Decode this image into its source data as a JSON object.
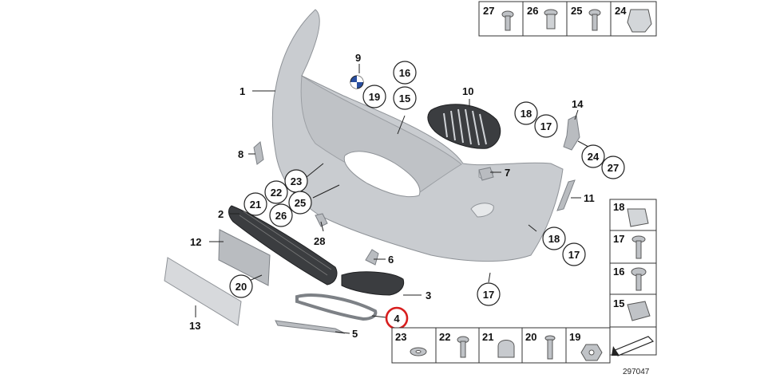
{
  "callouts": [
    {
      "text": "1"
    },
    {
      "text": "2"
    },
    {
      "text": "3"
    },
    {
      "text": "4"
    },
    {
      "text": "5"
    },
    {
      "text": "6"
    },
    {
      "text": "7"
    },
    {
      "text": "8"
    },
    {
      "text": "9"
    },
    {
      "text": "10"
    },
    {
      "text": "11"
    },
    {
      "text": "12"
    },
    {
      "text": "13"
    },
    {
      "text": "14"
    },
    {
      "text": "15"
    },
    {
      "text": "16"
    },
    {
      "text": "17"
    },
    {
      "text": "17"
    },
    {
      "text": "17"
    },
    {
      "text": "18"
    },
    {
      "text": "18"
    },
    {
      "text": "19"
    },
    {
      "text": "20"
    },
    {
      "text": "21"
    },
    {
      "text": "22"
    },
    {
      "text": "23"
    },
    {
      "text": "24"
    },
    {
      "text": "25"
    },
    {
      "text": "26"
    },
    {
      "text": "27"
    },
    {
      "text": "28"
    }
  ],
  "top_table": [
    {
      "text": "27"
    },
    {
      "text": "26"
    },
    {
      "text": "25"
    },
    {
      "text": "24"
    }
  ],
  "right_table": [
    {
      "text": "18"
    },
    {
      "text": "17"
    },
    {
      "text": "16"
    },
    {
      "text": "15"
    }
  ],
  "bottom_table": [
    {
      "text": "23"
    },
    {
      "text": "22"
    },
    {
      "text": "21"
    },
    {
      "text": "20"
    },
    {
      "text": "19"
    }
  ],
  "diagram_number": "297047",
  "highlight_color": "#d81e1e"
}
